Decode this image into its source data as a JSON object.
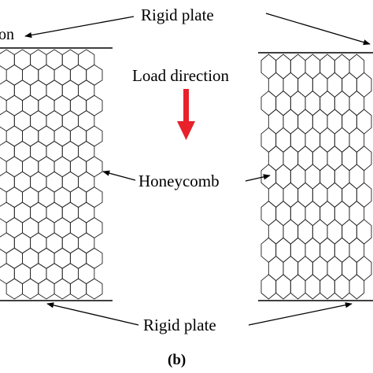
{
  "labels": {
    "rigid_plate_top": "Rigid plate",
    "rigid_plate_bottom": "Rigid plate",
    "load_direction": "Load direction",
    "honeycomb": "Honeycomb",
    "clipped_left": "on",
    "panel_caption": "(b)"
  },
  "colors": {
    "load_arrow": "#e8212b",
    "ink": "#000000",
    "background": "#ffffff"
  },
  "honeycomb_left": {
    "columns": 6,
    "rows": 16
  },
  "honeycomb_right": {
    "columns": 7,
    "rows": 13
  }
}
